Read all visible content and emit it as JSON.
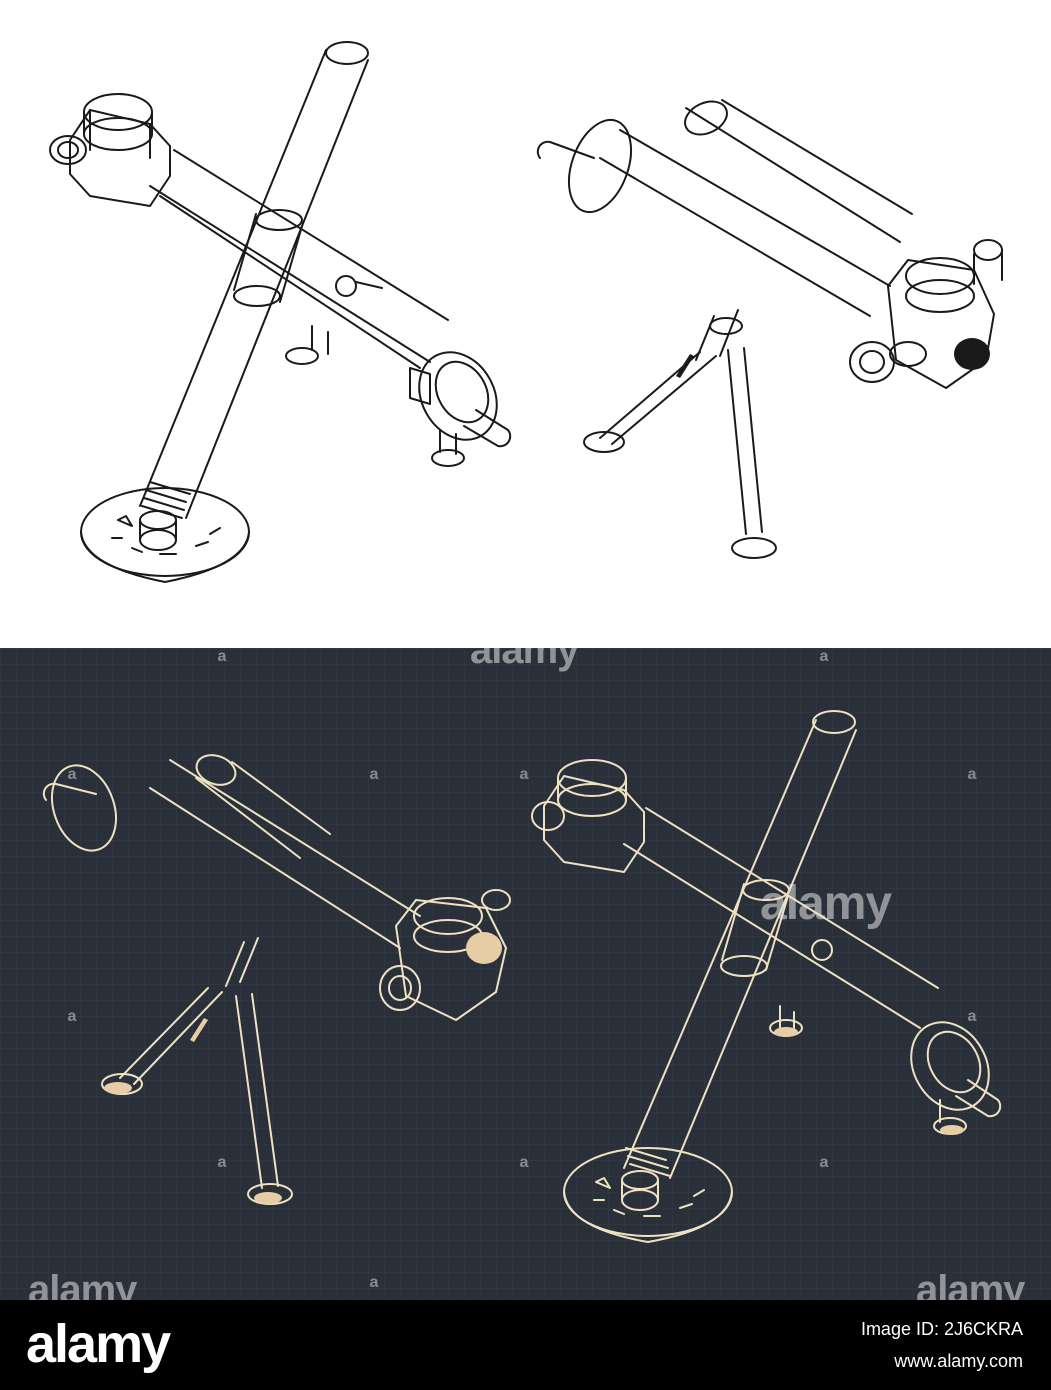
{
  "colors": {
    "top_background": "#ffffff",
    "top_line": "#1a1a1a",
    "bottom_background": "#2a3039",
    "bottom_line": "#efe2c2",
    "accent_fill": "#e6cda5",
    "footer_background": "#000000",
    "footer_text": "#ffffff"
  },
  "drawings": [
    {
      "panel": "top",
      "style": "line-art",
      "subject": "mortar-on-baseplate"
    },
    {
      "panel": "top",
      "style": "line-art",
      "subject": "mortar-bipod"
    },
    {
      "panel": "bottom",
      "style": "blueprint",
      "subject": "mortar-bipod"
    },
    {
      "panel": "bottom",
      "style": "blueprint",
      "subject": "mortar-on-baseplate"
    }
  ],
  "watermarks": {
    "top_center": "alamy",
    "center_right": "alamy",
    "bottom_left": "alamy",
    "bottom_right": "alamy"
  },
  "footer": {
    "logo": "alamy",
    "image_id": "Image ID: 2J6CKRA",
    "url": "www.alamy.com"
  }
}
